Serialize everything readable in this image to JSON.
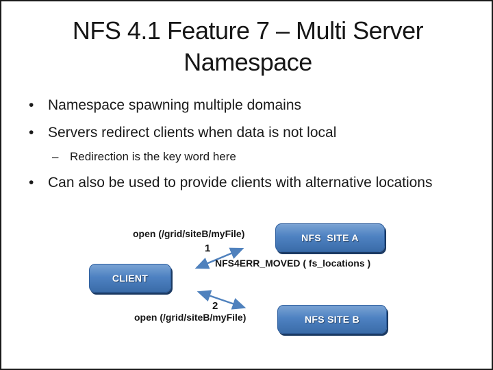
{
  "slide": {
    "title_line1": "NFS 4.1 Feature 7 – Multi Server",
    "title_line2": "Namespace",
    "marker_bullet": "•",
    "marker_dash": "–",
    "bullets": [
      {
        "level": 1,
        "text": "Namespace spawning multiple domains"
      },
      {
        "level": 1,
        "text": "Servers redirect clients when data is not local"
      },
      {
        "level": 2,
        "text": "Redirection is the key word here"
      },
      {
        "level": 1,
        "text": "Can also be used to provide clients with alternative locations"
      }
    ]
  },
  "diagram": {
    "client_label": "CLIENT",
    "site_a_label": "NFS  SITE A",
    "site_b_label": "NFS SITE B",
    "open_request_top": "open (/grid/siteB/myFile)",
    "step1_label": "1",
    "moved_response": "NFS4ERR_MOVED ( fs_locations )",
    "step2_label": "2",
    "open_request_bottom": "open (/grid/siteB/myFile)",
    "colors": {
      "arrow": "#4f81bd",
      "box_gradient_top": "#7aa3d4",
      "box_gradient_bottom": "#3a6ca8",
      "box_edge_shadow": "#1b3a63",
      "text": "#161616"
    }
  }
}
